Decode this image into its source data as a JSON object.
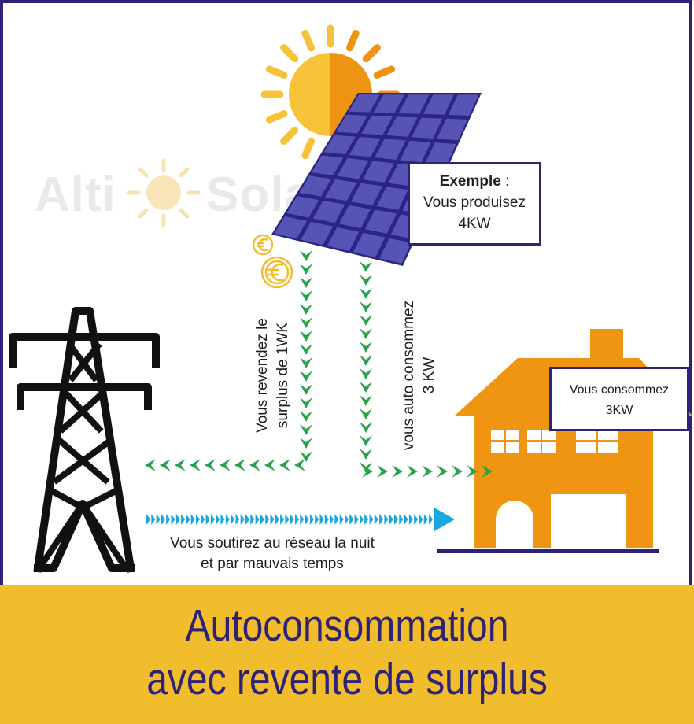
{
  "watermark": {
    "left": "Alti",
    "right": "Solaire"
  },
  "example_box": {
    "bold_label": "Exemple",
    "suffix": " :",
    "line2": "Vous produisez",
    "line3": "4KW"
  },
  "consumption_box": {
    "line1": "Vous consommez",
    "line2": "3KW"
  },
  "resell_label": {
    "line1": "Vous revendez le",
    "line2": "surplus de 1WK"
  },
  "self_consumption_label": {
    "line1": "vous auto consommez",
    "line2": "3 KW"
  },
  "night_label": {
    "line1": "Vous soutirez au réseau la nuit",
    "line2": "et par mauvais temps"
  },
  "title": {
    "line1": "Autoconsommation",
    "line2": "avec revente de surplus"
  },
  "colors": {
    "frame": "#2e2376",
    "sun_light": "#f6c338",
    "sun_dark": "#ee9312",
    "panel": "#2b2585",
    "house": "#ef9511",
    "pylon": "#111111",
    "green_arrow": "#2aa14a",
    "blue_arrow": "#17a8e1",
    "moon": "#f2bd2c",
    "band": "#f2bd2c",
    "title_text": "#2e2376"
  },
  "icons": [
    "sun-icon",
    "solar-panel-icon",
    "house-icon",
    "pylon-icon",
    "moon-icon",
    "euro-coin-icon"
  ]
}
